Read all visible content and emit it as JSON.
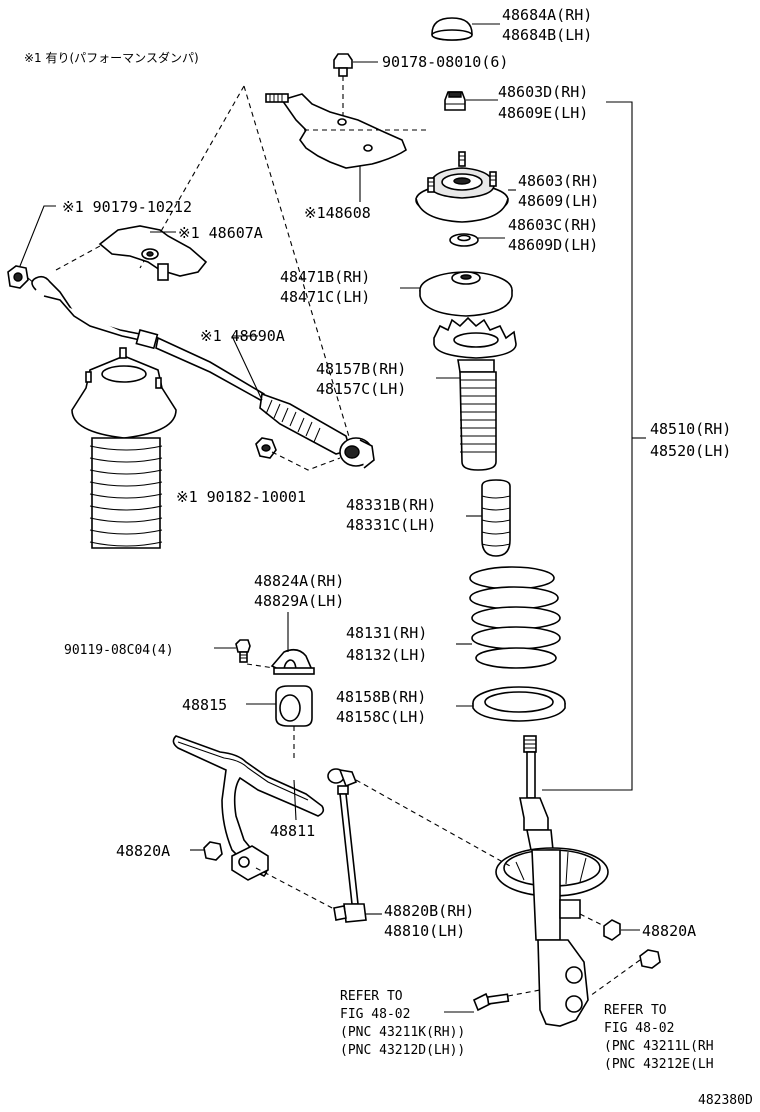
{
  "note": "※1 有り(パフォーマンスダンパ)",
  "diagram_code": "482380D",
  "labels": {
    "p48684a": "48684A(RH)",
    "p48684b": "48684B(LH)",
    "p90178": "90178-08010(6)",
    "p48603d": "48603D(RH)",
    "p48609e": "48609E(LH)",
    "p48603": "48603(RH)",
    "p48609": "48609(LH)",
    "p48603c": "48603C(RH)",
    "p48609d": "48609D(LH)",
    "p48608": "※148608",
    "p90179": "※1 90179-10212",
    "p48607a": "※1 48607A",
    "p48471b": "48471B(RH)",
    "p48471c": "48471C(LH)",
    "p48690a": "※1 48690A",
    "p48157b": "48157B(RH)",
    "p48157c": "48157C(LH)",
    "p48510": "48510(RH)",
    "p48520": "48520(LH)",
    "p90182": "※1 90182-10001",
    "p48331b": "48331B(RH)",
    "p48331c": "48331C(LH)",
    "p48824a": "48824A(RH)",
    "p48829a": "48829A(LH)",
    "p48131": "48131(RH)",
    "p48132": "48132(LH)",
    "p90119": "90119-08C04(4)",
    "p48815": "48815",
    "p48158b": "48158B(RH)",
    "p48158c": "48158C(LH)",
    "p48811": "48811",
    "p48820a_left": "48820A",
    "p48820a_right": "48820A",
    "p48820b": "48820B(RH)",
    "p48810": "48810(LH)"
  },
  "refer_left": {
    "line1": "REFER TO",
    "line2": "FIG 48-02",
    "line3": "(PNC 43211K(RH))",
    "line4": "(PNC 43212D(LH))"
  },
  "refer_right": {
    "line1": "REFER TO",
    "line2": "FIG 48-02",
    "line3": "(PNC 43211L(RH",
    "line4": "(PNC 43212E(LH"
  }
}
